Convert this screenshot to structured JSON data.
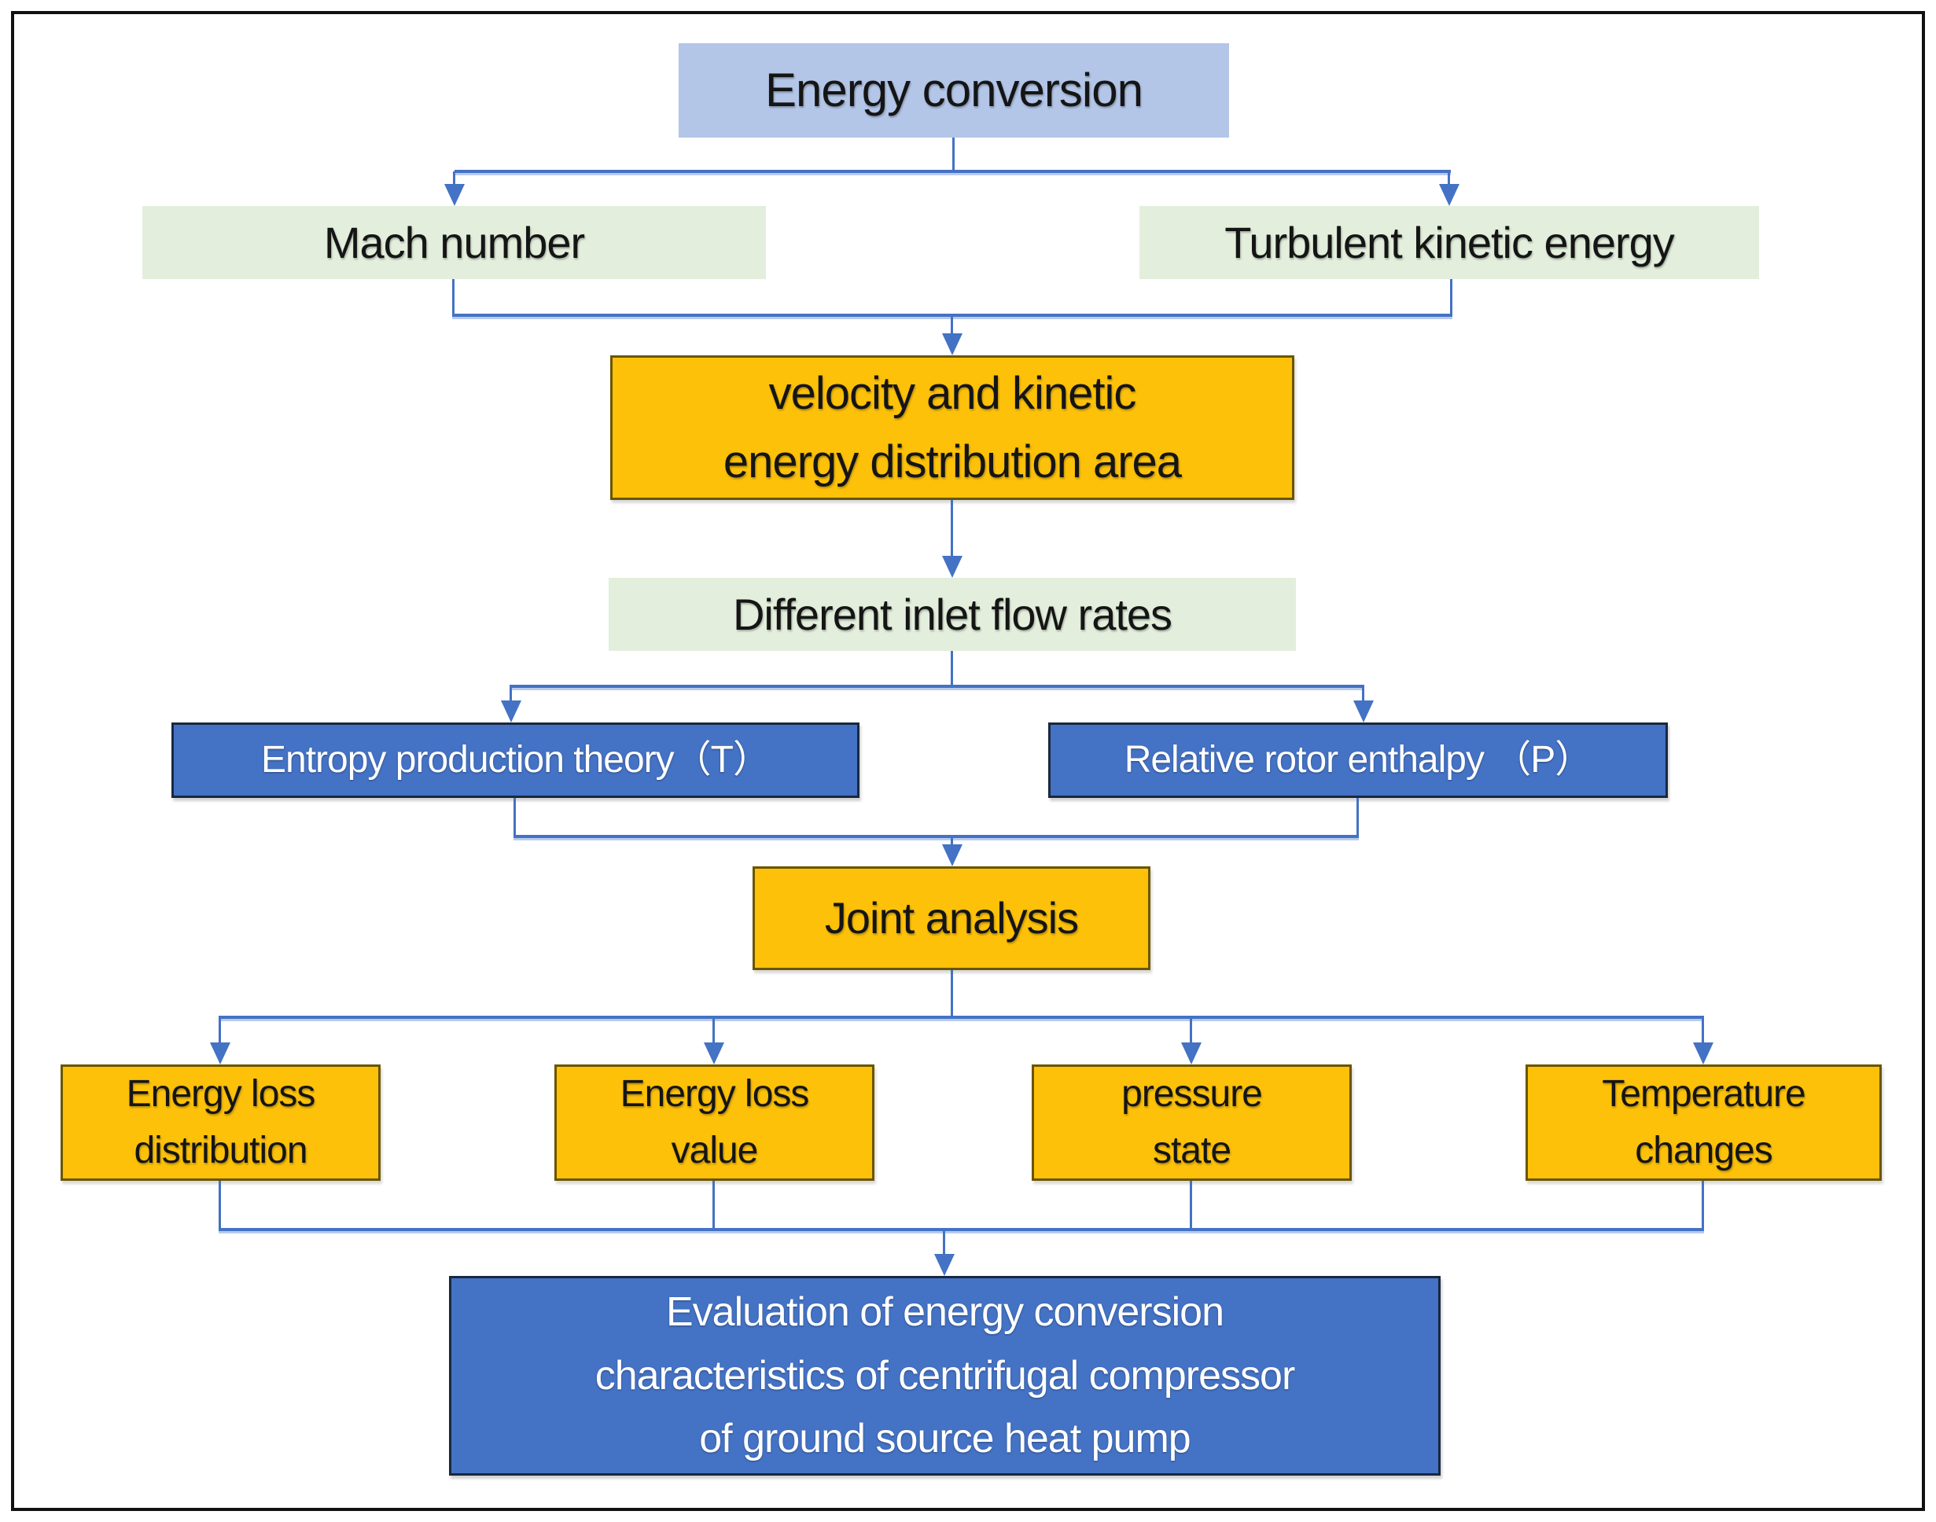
{
  "colors": {
    "background": "#ffffff",
    "frame": "#111111",
    "node_light_blue": "#b3c6e8",
    "node_light_green": "#e3efdc",
    "node_orange": "#fdc10a",
    "node_orange_border": "#6a5500",
    "node_blue": "#4472c4",
    "node_blue_border": "#19283f",
    "node_text_dark": "#151515",
    "node_text_light": "#ffffff",
    "connector": "#4472c4",
    "connector_light": "#b9cbec"
  },
  "nodes": {
    "energy_conversion": {
      "label": "Energy conversion"
    },
    "mach_number": {
      "label": "Mach number"
    },
    "turbulent_kinetic_energy": {
      "label": "Turbulent kinetic energy"
    },
    "velocity_distribution": {
      "label": "velocity and kinetic\nenergy distribution area"
    },
    "inlet_flow_rates": {
      "label": "Different inlet flow rates"
    },
    "entropy_theory": {
      "label": "Entropy production theory（T）"
    },
    "rotor_enthalpy": {
      "label": "Relative rotor enthalpy （P）"
    },
    "joint_analysis": {
      "label": "Joint analysis"
    },
    "energy_loss_distribution": {
      "label": "Energy loss\ndistribution"
    },
    "energy_loss_value": {
      "label": "Energy loss\nvalue"
    },
    "pressure_state": {
      "label": "pressure\nstate"
    },
    "temperature_changes": {
      "label": "Temperature\nchanges"
    },
    "evaluation": {
      "label": "Evaluation of energy conversion\ncharacteristics of centrifugal compressor\nof ground source heat pump"
    }
  }
}
